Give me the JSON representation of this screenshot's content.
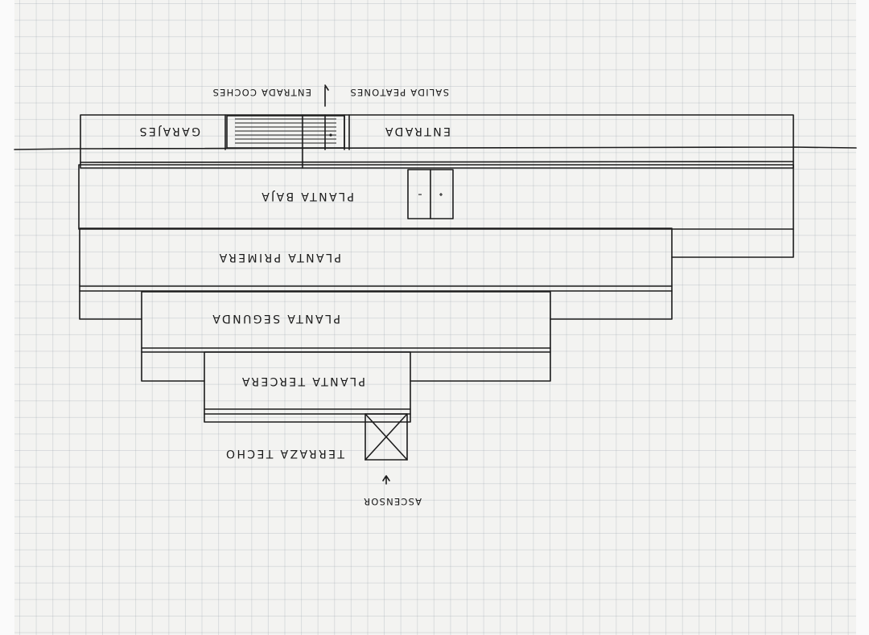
{
  "labels": {
    "top_annotation": "SALIDA PEATONES",
    "entrada_coches": "ENTRADA COCHES",
    "entrada": "ENTRADA",
    "garajes": "GARAJES",
    "planta_baja": "PLANTA BAJA",
    "planta_primera": "PLANTA PRIMERA",
    "planta_segunda": "PLANTA SEGUNDA",
    "planta_tercera": "PLANTA TERCERA",
    "terraza_techo": "TERRAZA TECHO",
    "ascensor": "ASCENSOR"
  },
  "colors": {
    "paper": "#f3f3f1",
    "ink": "#1c1c1c"
  }
}
